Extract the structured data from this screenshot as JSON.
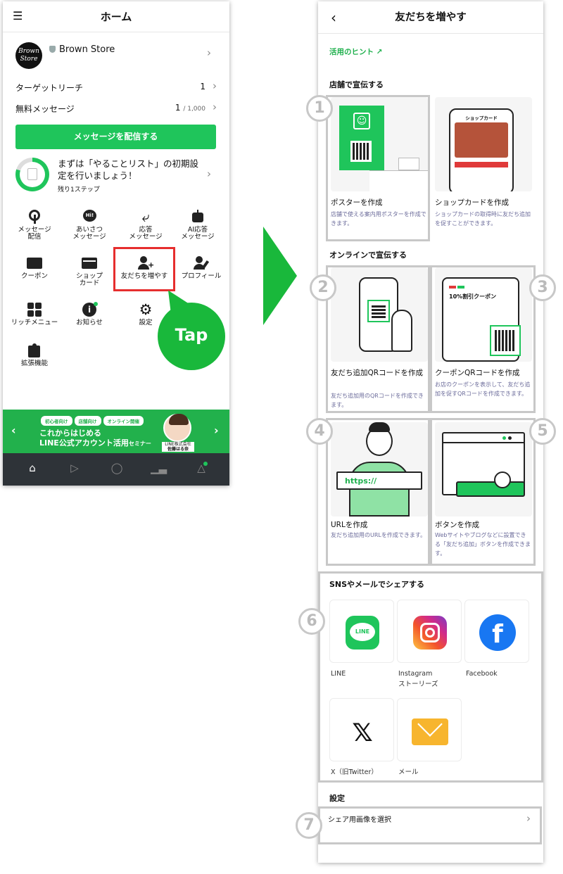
{
  "left": {
    "title": "ホーム",
    "shop": {
      "logo_line1": "Brown",
      "logo_line2": "Store",
      "name": "Brown Store"
    },
    "target_reach": {
      "label": "ターゲットリーチ",
      "value": "1"
    },
    "free_messages": {
      "label": "無料メッセージ",
      "value": "1",
      "limit": "/ 1,000"
    },
    "send_button": "メッセージを配信する",
    "todo": {
      "text": "まずは「やることリスト」の初期設定を行いましょう！",
      "steps": "残り1ステップ"
    },
    "menu": [
      {
        "l1": "メッセージ",
        "l2": "配信"
      },
      {
        "l1": "あいさつ",
        "l2": "メッセージ"
      },
      {
        "l1": "応答",
        "l2": "メッセージ"
      },
      {
        "l1": "AI応答",
        "l2": "メッセージ"
      },
      {
        "l1": "クーポン",
        "l2": ""
      },
      {
        "l1": "ショップ",
        "l2": "カード"
      },
      {
        "l1": "友だちを増やす",
        "l2": ""
      },
      {
        "l1": "プロフィール",
        "l2": ""
      },
      {
        "l1": "リッチメニュー",
        "l2": ""
      },
      {
        "l1": "お知らせ",
        "l2": ""
      },
      {
        "l1": "設定",
        "l2": ""
      },
      {
        "l1": "拡張機能",
        "l2": ""
      }
    ],
    "tap_label": "Tap",
    "banner": {
      "tag1": "初心者向け",
      "tag2": "店舗向け",
      "tag3": "オンライン開催",
      "line1": "これからはじめる",
      "line2": "LINE公式アカウント活用",
      "line2_small": "セミナー",
      "person_company": "LINE株式会社",
      "person_name": "佐藤はる奈"
    }
  },
  "right": {
    "title": "友だちを増やす",
    "hint": "活用のヒント",
    "section_store": "店舗で宣伝する",
    "section_online": "オンラインで宣伝する",
    "section_sns": "SNSやメールでシェアする",
    "section_settings": "設定",
    "cards": [
      {
        "num": "1",
        "title": "ポスターを作成",
        "desc": "店舗で使える案内用ポスターを作成できます。"
      },
      {
        "num": "",
        "title": "ショップカードを作成",
        "desc": "ショップカードの取得時に友だち追加を促すことができます。",
        "screen_label": "ショップカード"
      },
      {
        "num": "2",
        "title": "友だち追加QRコードを作成",
        "desc": "友だち追加用のQRコードを作成できます。"
      },
      {
        "num": "3",
        "title": "クーポンQRコードを作成",
        "desc": "お店のクーポンを表示して、友だち追加を促すQRコードを作成できます。",
        "screen_label": "10%割引クーポン"
      },
      {
        "num": "4",
        "title": "URLを作成",
        "desc": "友だち追加用のURLを作成できます。",
        "screen_label": "https://"
      },
      {
        "num": "5",
        "title": "ボタンを作成",
        "desc": "Webサイトやブログなどに設置できる「友だち追加」ボタンを作成できます。"
      }
    ],
    "sns_num": "6",
    "sns": [
      {
        "label": "LINE"
      },
      {
        "label": "Instagram",
        "label2": "ストーリーズ"
      },
      {
        "label": "Facebook"
      },
      {
        "label": "X（旧Twitter）"
      },
      {
        "label": "メール"
      }
    ],
    "share_num": "7",
    "share_image": "シェア用画像を選択"
  },
  "colors": {
    "green": "#1fc55b",
    "red": "#e62e2e",
    "frame": "#c8c8c8"
  }
}
